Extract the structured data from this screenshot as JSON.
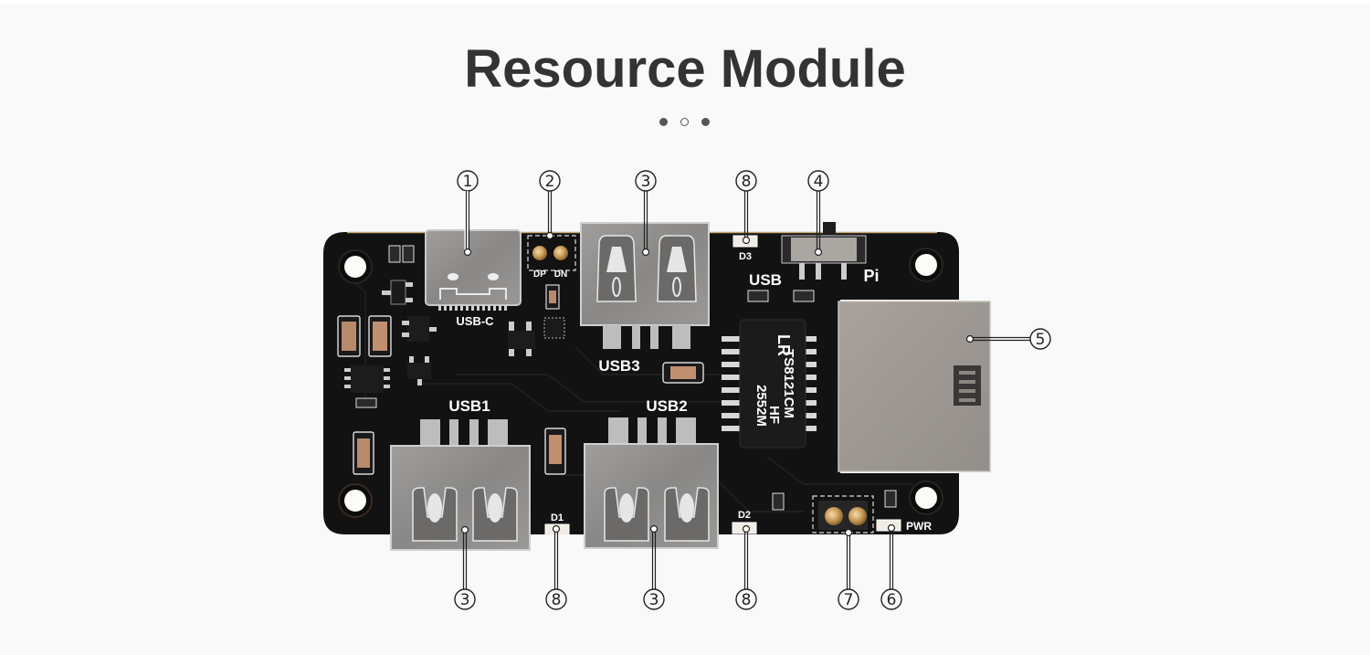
{
  "page": {
    "title": "Resource Module",
    "pagination": {
      "count": 3,
      "active_index": 1
    }
  },
  "board": {
    "silkscreen": {
      "usb_c": "USB-C",
      "dp": "DP",
      "dn": "DN",
      "usb1": "USB1",
      "usb2": "USB2",
      "usb3": "USB3",
      "d1": "D1",
      "d2": "D2",
      "d3": "D3",
      "usb_switch": "USB",
      "pi_switch": "Pi",
      "pwr": "PWR"
    },
    "chip": {
      "logo": "LR",
      "line1": "TS8121CM",
      "line2": "HF",
      "line3": "2552M"
    },
    "colors": {
      "pcb": "#111111",
      "metal": "#8f8d8b",
      "silk": "#ffffff",
      "gold": "#c9a060"
    }
  },
  "callouts": [
    {
      "id": "c1",
      "number": "①",
      "target": "USB-C port"
    },
    {
      "id": "c2",
      "number": "②",
      "target": "DP/DN test pads"
    },
    {
      "id": "c3a",
      "number": "③",
      "target": "USB3 port"
    },
    {
      "id": "c8a",
      "number": "⑧",
      "target": "D3 LED"
    },
    {
      "id": "c4",
      "number": "④",
      "target": "USB/Pi switch"
    },
    {
      "id": "c5",
      "number": "⑤",
      "target": "Ethernet port"
    },
    {
      "id": "c3b",
      "number": "③",
      "target": "USB1 port"
    },
    {
      "id": "c8b",
      "number": "⑧",
      "target": "D1 LED"
    },
    {
      "id": "c3c",
      "number": "③",
      "target": "USB2 port"
    },
    {
      "id": "c8c",
      "number": "⑧",
      "target": "D2 LED"
    },
    {
      "id": "c7",
      "number": "⑦",
      "target": "Power pads"
    },
    {
      "id": "c6",
      "number": "⑥",
      "target": "PWR LED"
    }
  ]
}
